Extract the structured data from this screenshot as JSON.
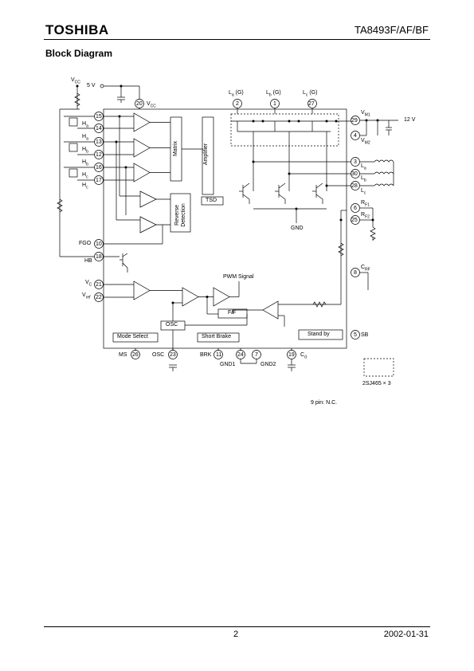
{
  "header": {
    "brand": "TOSHIBA",
    "part_number": "TA8493F/AF/BF"
  },
  "section_title": "Block Diagram",
  "diagram": {
    "supply_left": {
      "vcc": "V",
      "vcc_sub": "CC",
      "voltage": "5 V"
    },
    "supply_right": {
      "voltage": "12 V"
    },
    "pins_left": [
      {
        "num": "15",
        "label": ""
      },
      {
        "num": "14",
        "label": "H",
        "sub": "a"
      },
      {
        "num": "13",
        "label": ""
      },
      {
        "num": "12",
        "label": "H",
        "sub": "b"
      },
      {
        "num": "16",
        "label": ""
      },
      {
        "num": "17",
        "label": "H",
        "sub": "c"
      },
      {
        "num": "10",
        "label": "FGO"
      },
      {
        "num": "18",
        "label": "HB"
      },
      {
        "num": "21",
        "label": "V",
        "sub": "C"
      },
      {
        "num": "22",
        "label": "V",
        "sub": "ref"
      }
    ],
    "hall_labels_extra": [
      {
        "label": "H",
        "sub": "a"
      },
      {
        "label": "H",
        "sub": "b"
      },
      {
        "label": "H",
        "sub": "c"
      }
    ],
    "pins_top": [
      {
        "num": "20",
        "label": "V",
        "sub": "CC"
      },
      {
        "num": "2",
        "label": "L",
        "sub": "a",
        "suffix": " (G)"
      },
      {
        "num": "1",
        "label": "L",
        "sub": "b",
        "suffix": " (G)"
      },
      {
        "num": "27",
        "label": "L",
        "sub": "c",
        "suffix": " (G)"
      }
    ],
    "pins_right": [
      {
        "num": "29",
        "label": "V",
        "sub": "M1"
      },
      {
        "num": "4",
        "label": "V",
        "sub": "M2"
      },
      {
        "num": "3",
        "label": "L",
        "sub": "a"
      },
      {
        "num": "30",
        "label": "L",
        "sub": "b"
      },
      {
        "num": "28",
        "label": "L",
        "sub": "c"
      },
      {
        "num": "6",
        "label": "R",
        "sub": "F1"
      },
      {
        "num": "25",
        "label": "R",
        "sub": "F2"
      },
      {
        "num": "8",
        "label": "C",
        "sub": "RF"
      },
      {
        "num": "5",
        "label": "SB"
      }
    ],
    "pins_bottom": [
      {
        "num": "26",
        "label": "MS"
      },
      {
        "num": "23",
        "label": "OSC"
      },
      {
        "num": "11",
        "label": "BRK"
      },
      {
        "num": "24",
        "label": "GND1"
      },
      {
        "num": "7",
        "label": "GND2"
      },
      {
        "num": "19",
        "label": "C",
        "sub": "d"
      }
    ],
    "blocks": {
      "matrix": "Matrix",
      "amplifier": "Amplifier",
      "reverse_detection": "Reverse Detection",
      "tsd": "TSD",
      "pwm_signal": "PWM Signal",
      "ff": "F/F",
      "osc": "OSC",
      "mode_select": "Mode Select",
      "short_brake": "Short Brake",
      "stand_by": "Stand by",
      "gnd": "GND"
    },
    "legend": "2SJ465 × 3",
    "note": "9 pin: N.C."
  },
  "footer": {
    "page": "2",
    "date": "2002-01-31"
  }
}
